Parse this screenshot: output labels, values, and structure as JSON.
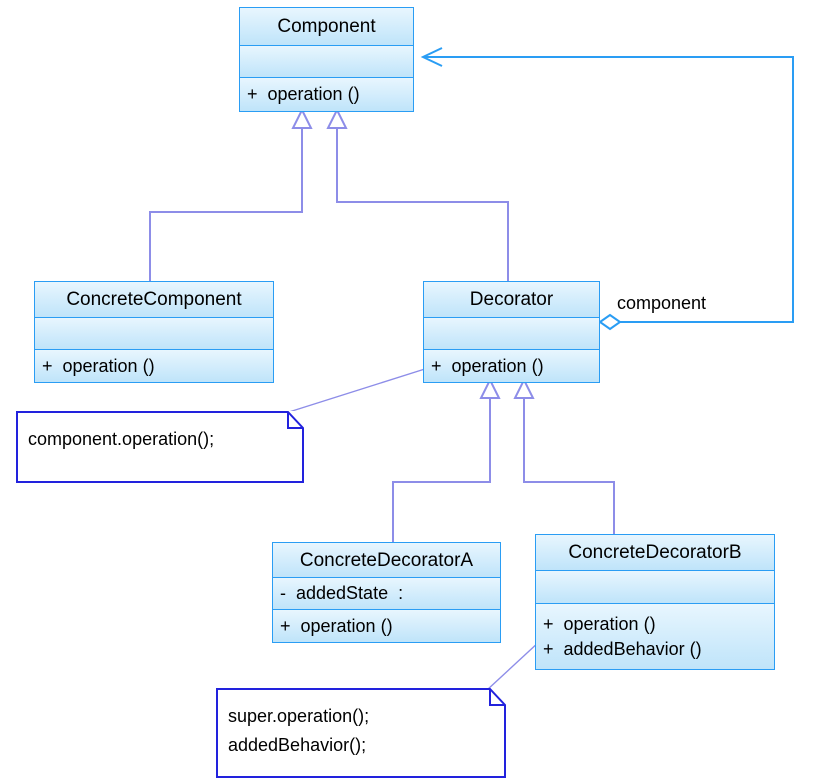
{
  "diagram": {
    "title": "Decorator Pattern UML Class Diagram",
    "type": "uml-class-diagram",
    "colors": {
      "class_fill_top": "#e8f6fe",
      "class_fill_bottom": "#bfe4fa",
      "class_border": "#2a9df4",
      "generalization_line": "#8d8de8",
      "association_line": "#2a9df4",
      "note_border": "#2222dd",
      "note_fill": "#ffffff",
      "text": "#000000",
      "background": "#ffffff"
    }
  },
  "classes": [
    {
      "id": "component",
      "name": "Component",
      "attributes": [],
      "operations": [
        "+  operation ()"
      ]
    },
    {
      "id": "concrete_component",
      "name": "ConcreteComponent",
      "attributes": [],
      "operations": [
        "+  operation ()"
      ]
    },
    {
      "id": "decorator",
      "name": "Decorator",
      "attributes": [],
      "operations": [
        "+  operation ()"
      ]
    },
    {
      "id": "concrete_decorator_a",
      "name": "ConcreteDecoratorA",
      "attributes": [
        "-  addedState  :"
      ],
      "operations": [
        "+  operation ()"
      ]
    },
    {
      "id": "concrete_decorator_b",
      "name": "ConcreteDecoratorB",
      "attributes": [],
      "operations": [
        "+  operation ()",
        "+  addedBehavior ()"
      ]
    }
  ],
  "notes": [
    {
      "id": "note_decorator_operation",
      "lines": "component.operation();",
      "attached_to": "decorator"
    },
    {
      "id": "note_decorator_b_operation",
      "lines": "super.operation();\naddedBehavior();",
      "attached_to": "concrete_decorator_b"
    }
  ],
  "relationships": [
    {
      "id": "gen_concrete_component",
      "kind": "generalization",
      "from": "ConcreteComponent",
      "to": "Component",
      "label": ""
    },
    {
      "id": "gen_decorator",
      "kind": "generalization",
      "from": "Decorator",
      "to": "Component",
      "label": ""
    },
    {
      "id": "gen_decorator_a",
      "kind": "generalization",
      "from": "ConcreteDecoratorA",
      "to": "Decorator",
      "label": ""
    },
    {
      "id": "gen_decorator_b",
      "kind": "generalization",
      "from": "ConcreteDecoratorB",
      "to": "Decorator",
      "label": ""
    },
    {
      "id": "assoc_component",
      "kind": "aggregation",
      "from": "Decorator",
      "to": "Component",
      "label": "component"
    }
  ]
}
